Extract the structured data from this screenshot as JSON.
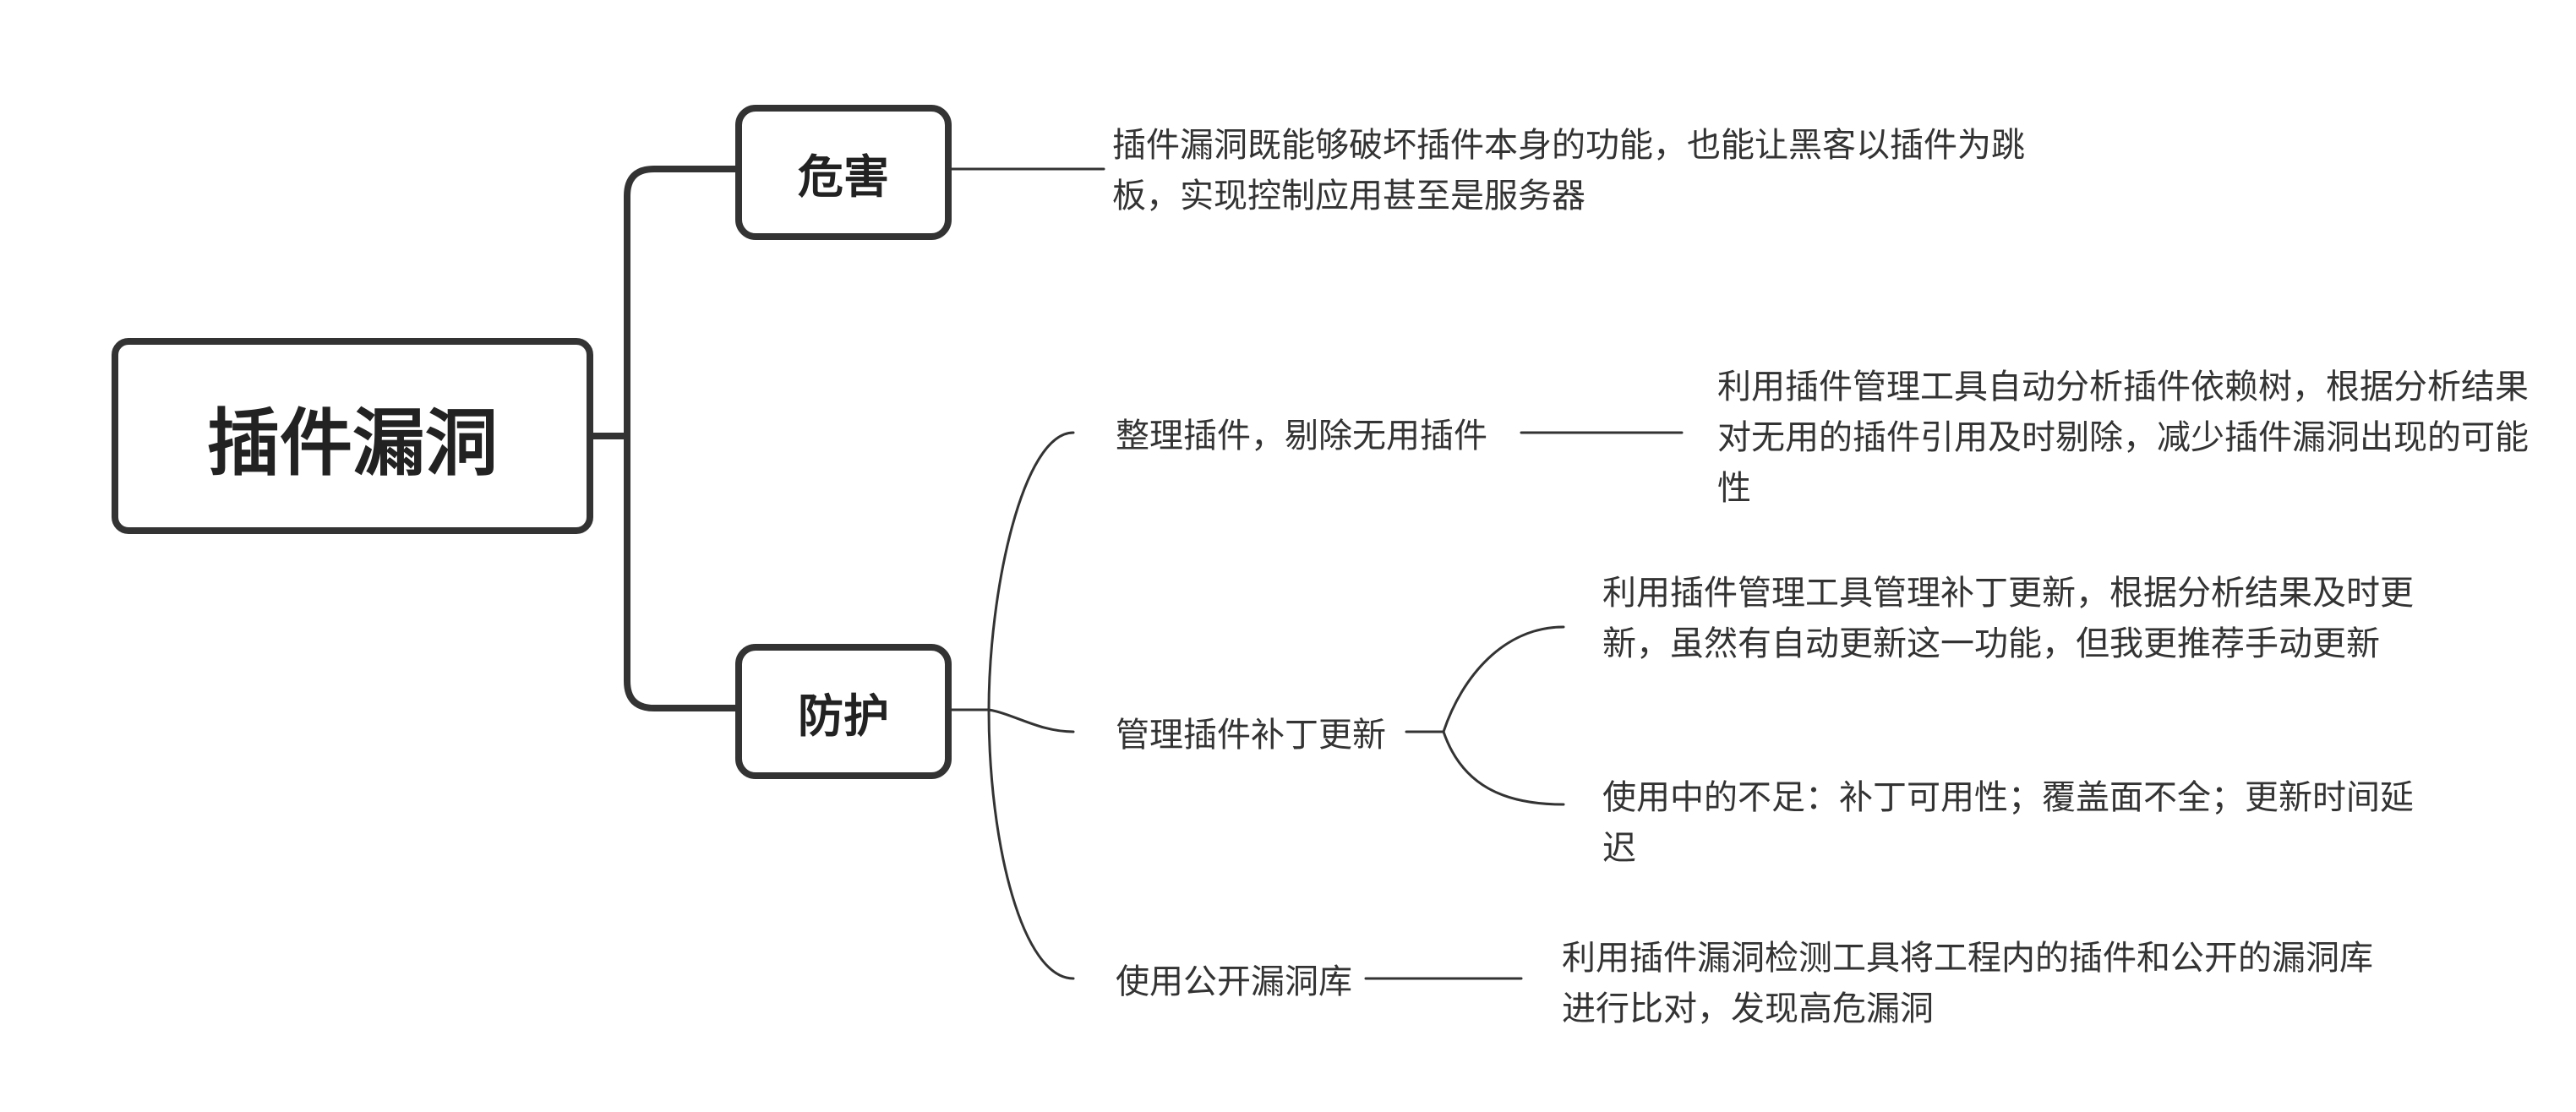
{
  "root": {
    "label": "插件漏洞"
  },
  "hazard": {
    "label": "危害",
    "description": "插件漏洞既能够破坏插件本身的功能，也能让黑客以插件为跳板，实现控制应用甚至是服务器"
  },
  "protection": {
    "label": "防护",
    "branches": [
      {
        "label": "整理插件，剔除无用插件",
        "details": [
          "利用插件管理工具自动分析插件依赖树，根据分析结果对无用的插件引用及时剔除，减少插件漏洞出现的可能性"
        ]
      },
      {
        "label": "管理插件补丁更新",
        "details": [
          "利用插件管理工具管理补丁更新，根据分析结果及时更新，虽然有自动更新这一功能，但我更推荐手动更新",
          "使用中的不足：补丁可用性；覆盖面不全；更新时间延迟"
        ]
      },
      {
        "label": "使用公开漏洞库",
        "details": [
          "利用插件漏洞检测工具将工程内的插件和公开的漏洞库进行比对，发现高危漏洞"
        ]
      }
    ]
  }
}
